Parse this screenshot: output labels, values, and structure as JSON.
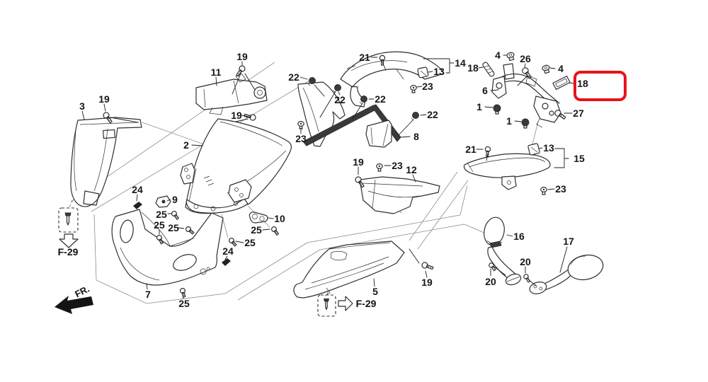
{
  "diagram": {
    "type": "exploded-parts-diagram",
    "background": "#ffffff",
    "line_color": "#2f2f2f",
    "highlight": {
      "label": "18",
      "color": "#e8131a"
    },
    "annotations": {
      "ref_left": "F-29",
      "ref_bottom": "F-29",
      "direction": "FR."
    },
    "callouts": [
      {
        "n": "19"
      },
      {
        "n": "11"
      },
      {
        "n": "21"
      },
      {
        "n": "14"
      },
      {
        "n": "18"
      },
      {
        "n": "4"
      },
      {
        "n": "26"
      },
      {
        "n": "4"
      },
      {
        "n": "18"
      },
      {
        "n": "13"
      },
      {
        "n": "22"
      },
      {
        "n": "23"
      },
      {
        "n": "6"
      },
      {
        "n": "19"
      },
      {
        "n": "3"
      },
      {
        "n": "22"
      },
      {
        "n": "22"
      },
      {
        "n": "1"
      },
      {
        "n": "27"
      },
      {
        "n": "19"
      },
      {
        "n": "22"
      },
      {
        "n": "1"
      },
      {
        "n": "2"
      },
      {
        "n": "23"
      },
      {
        "n": "8"
      },
      {
        "n": "21"
      },
      {
        "n": "13"
      },
      {
        "n": "15"
      },
      {
        "n": "19"
      },
      {
        "n": "23"
      },
      {
        "n": "12"
      },
      {
        "n": "23"
      },
      {
        "n": "24"
      },
      {
        "n": "9"
      },
      {
        "n": "25"
      },
      {
        "n": "10"
      },
      {
        "n": "25"
      },
      {
        "n": "25"
      },
      {
        "n": "25"
      },
      {
        "n": "25"
      },
      {
        "n": "24"
      },
      {
        "n": "16"
      },
      {
        "n": "17"
      },
      {
        "n": "20"
      },
      {
        "n": "20"
      },
      {
        "n": "19"
      },
      {
        "n": "5"
      },
      {
        "n": "7"
      },
      {
        "n": "25"
      }
    ]
  }
}
